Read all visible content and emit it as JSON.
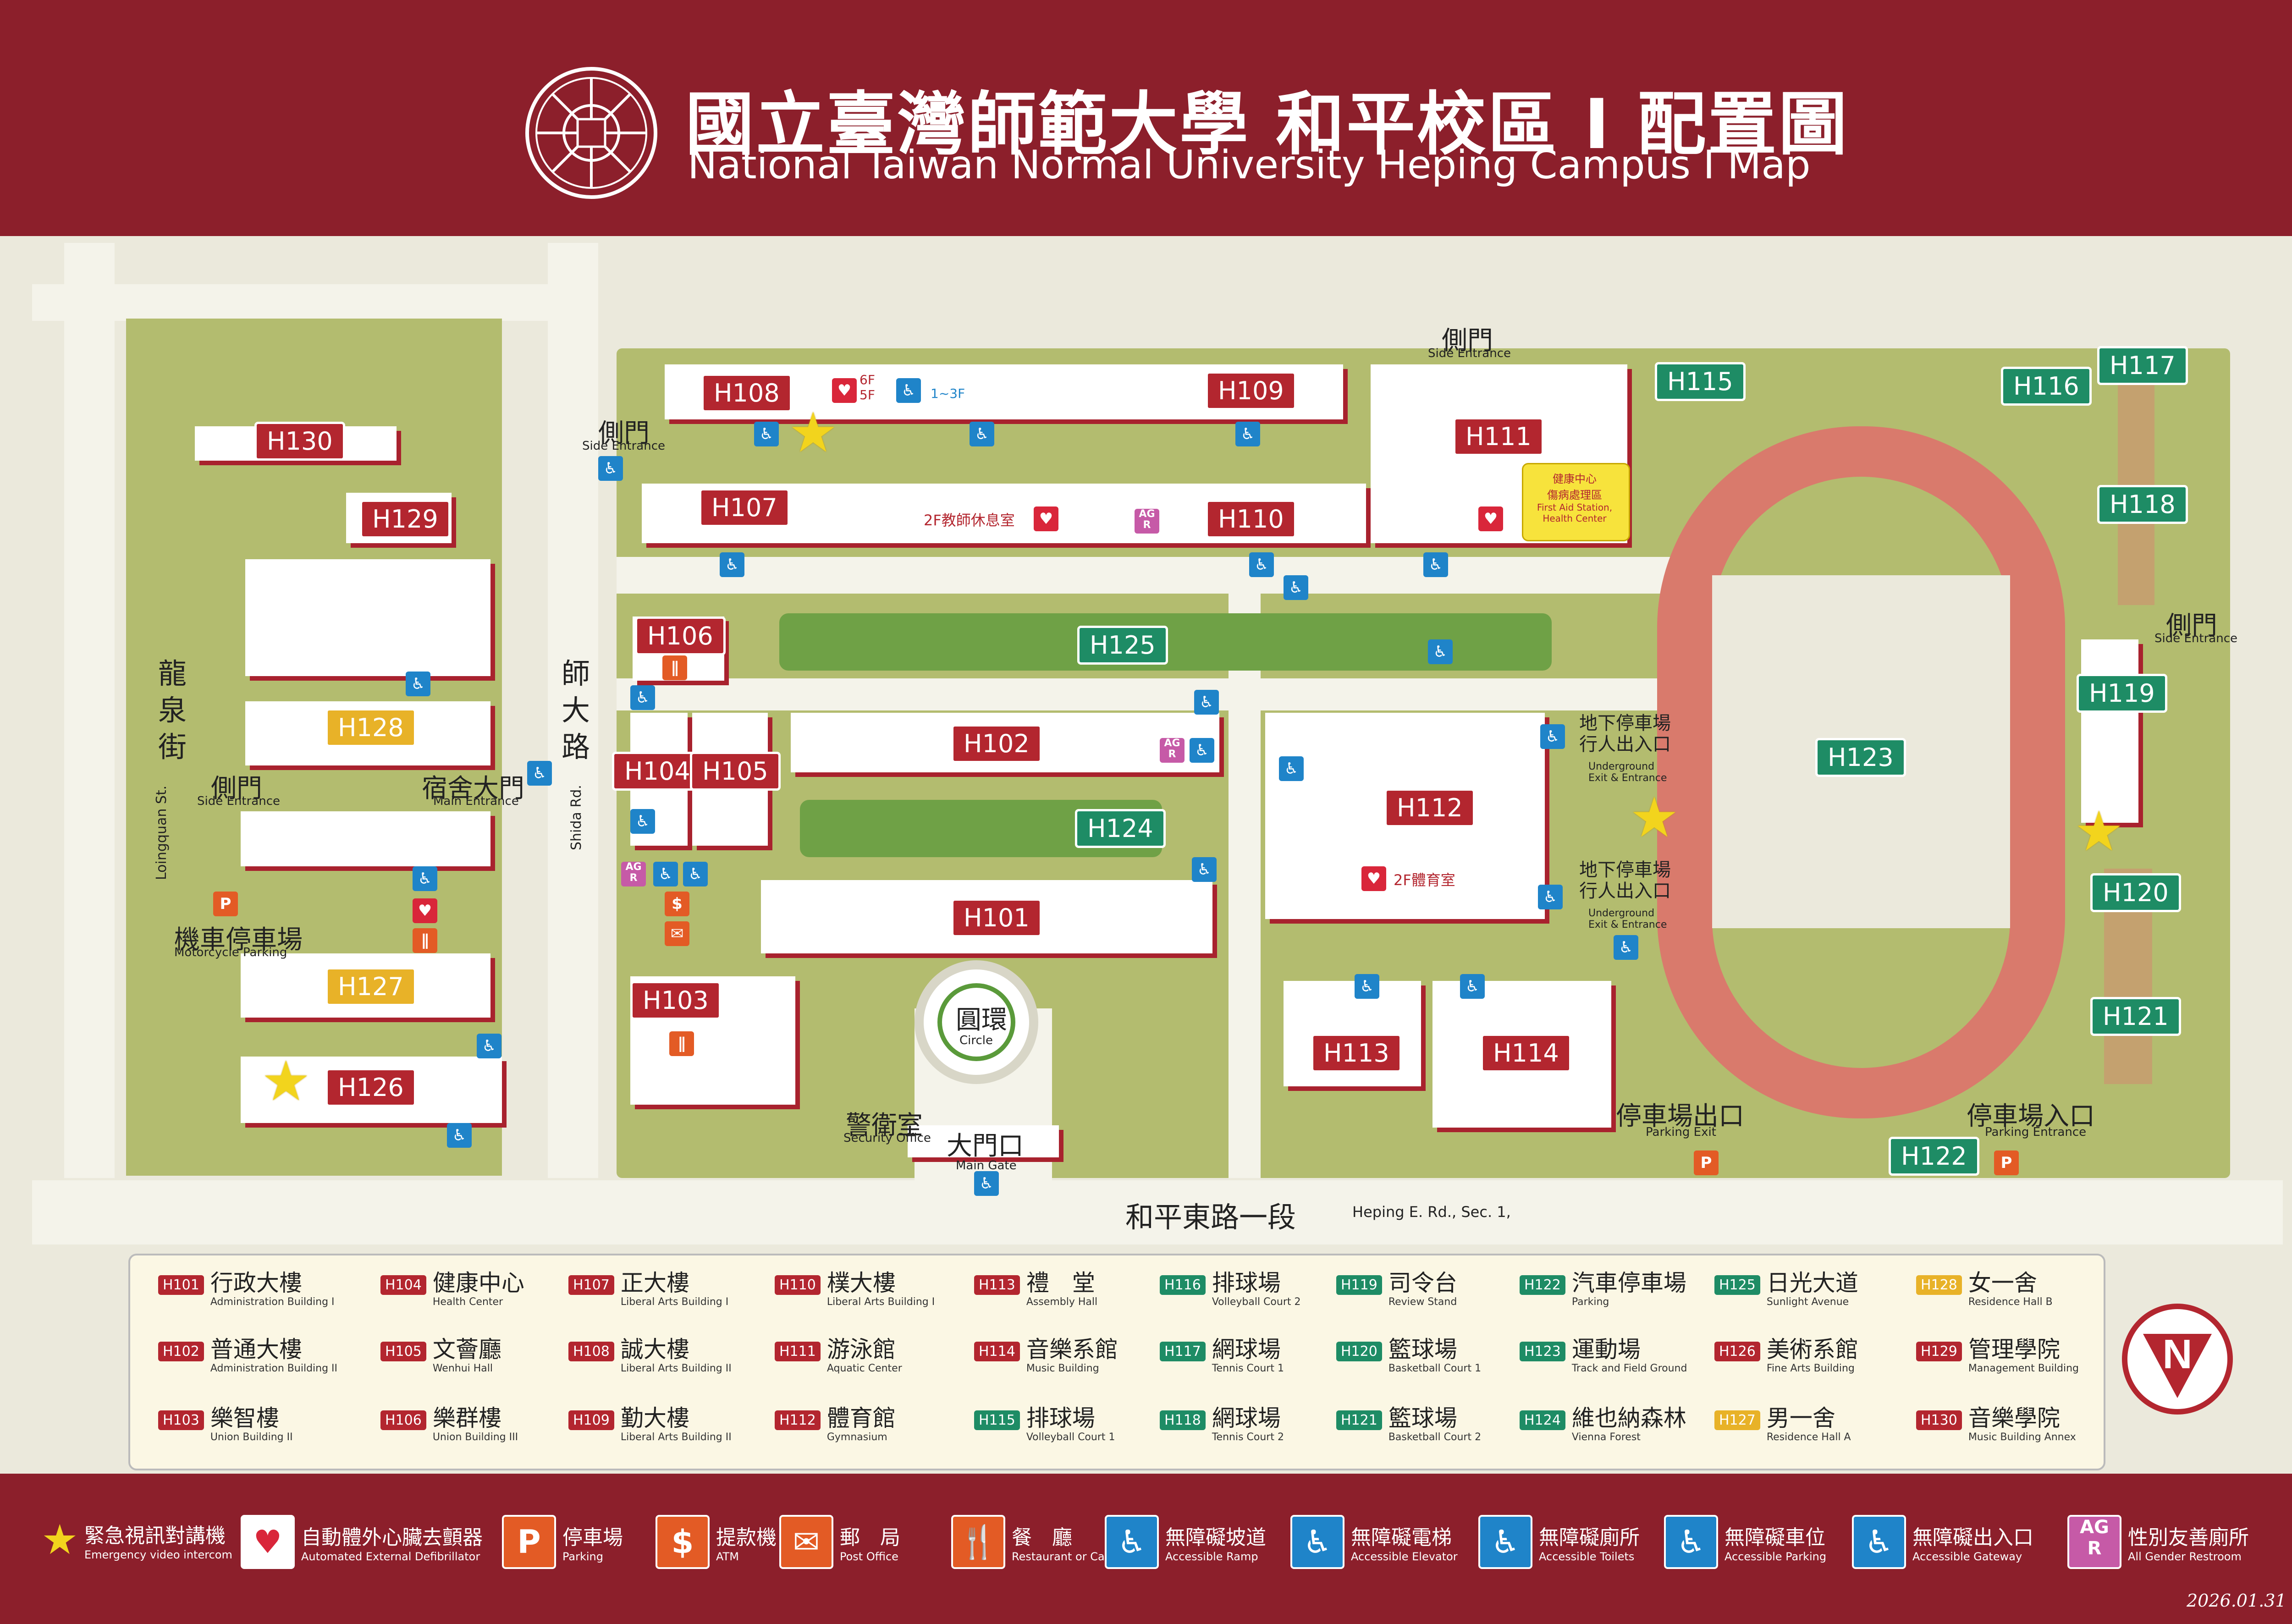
{
  "header": {
    "title_zh": "國立臺灣師範大學 和平校區 I 配置圖",
    "title_en": "National Taiwan Normal University  Heping Campus I Map"
  },
  "map": {
    "buildings": [
      {
        "code": "H101"
      },
      {
        "code": "H102"
      },
      {
        "code": "H103"
      },
      {
        "code": "H104"
      },
      {
        "code": "H105"
      },
      {
        "code": "H106"
      },
      {
        "code": "H107"
      },
      {
        "code": "H108"
      },
      {
        "code": "H109"
      },
      {
        "code": "H110"
      },
      {
        "code": "H111"
      },
      {
        "code": "H112"
      },
      {
        "code": "H113"
      },
      {
        "code": "H114"
      },
      {
        "code": "H115"
      },
      {
        "code": "H116"
      },
      {
        "code": "H117"
      },
      {
        "code": "H118"
      },
      {
        "code": "H119"
      },
      {
        "code": "H120"
      },
      {
        "code": "H121"
      },
      {
        "code": "H122"
      },
      {
        "code": "H123"
      },
      {
        "code": "H124"
      },
      {
        "code": "H125"
      },
      {
        "code": "H126"
      },
      {
        "code": "H127"
      },
      {
        "code": "H128"
      },
      {
        "code": "H129"
      },
      {
        "code": "H130"
      }
    ],
    "streets": {
      "longquan_zh": "龍\n泉\n街",
      "longquan_en": "Loingquan St.",
      "shida_zh": "師\n大\n路",
      "shida_en": "Shida Rd.",
      "heping_zh": "和平東路一段",
      "heping_en": "Heping E. Rd., Sec. 1,"
    },
    "places": {
      "side_entrance_zh": "側門",
      "side_entrance_en": "Side Entrance",
      "main_entrance_zh": "宿舍大門",
      "main_entrance_en": "Main Entrance",
      "moto_parking_zh": "機車停車場",
      "moto_parking_en": "Motorcycle Parking",
      "circle_zh": "圓環",
      "circle_en": "Circle",
      "security_zh": "警衛室",
      "security_en": "Security Office",
      "main_gate_zh": "大門口",
      "main_gate_en": "Main Gate",
      "ug_exit_zh": "地下停車場\n行人出入口",
      "ug_exit_en": "Underground\nExit & Entrance",
      "parking_exit_zh": "停車場出口",
      "parking_exit_en": "Parking Exit",
      "parking_entrance_zh": "停車場入口",
      "parking_entrance_en": "Parking Entrance",
      "health_box_zh": "健康中心\n傷病處理區",
      "health_box_en": "First Aid Station,\nHealth Center",
      "teacher_lounge": "2F教師休息室",
      "gym_office": "2F體育室",
      "floor_6f": "6F",
      "floor_5f": "5F",
      "floor_1_3f": "1~3F"
    }
  },
  "legend": [
    {
      "code": "H101",
      "zh": "行政大樓",
      "en": "Administration Building I",
      "color": "red"
    },
    {
      "code": "H104",
      "zh": "健康中心",
      "en": "Health Center",
      "color": "red"
    },
    {
      "code": "H107",
      "zh": "正大樓",
      "en": "Liberal Arts Building I",
      "color": "red"
    },
    {
      "code": "H110",
      "zh": "樸大樓",
      "en": "Liberal Arts Building I",
      "color": "red"
    },
    {
      "code": "H113",
      "zh": "禮　堂",
      "en": "Assembly Hall",
      "color": "red"
    },
    {
      "code": "H116",
      "zh": "排球場",
      "en": "Volleyball Court 2",
      "color": "green"
    },
    {
      "code": "H119",
      "zh": "司令台",
      "en": "Review Stand",
      "color": "green"
    },
    {
      "code": "H122",
      "zh": "汽車停車場",
      "en": "Parking",
      "color": "green"
    },
    {
      "code": "H125",
      "zh": "日光大道",
      "en": "Sunlight Avenue",
      "color": "green"
    },
    {
      "code": "H128",
      "zh": "女一舍",
      "en": "Residence Hall B",
      "color": "yellow"
    },
    {
      "code": "H102",
      "zh": "普通大樓",
      "en": "Administration Building II",
      "color": "red"
    },
    {
      "code": "H105",
      "zh": "文薈廳",
      "en": "Wenhui Hall",
      "color": "red"
    },
    {
      "code": "H108",
      "zh": "誠大樓",
      "en": "Liberal Arts Building II",
      "color": "red"
    },
    {
      "code": "H111",
      "zh": "游泳館",
      "en": "Aquatic Center",
      "color": "red"
    },
    {
      "code": "H114",
      "zh": "音樂系館",
      "en": "Music Building",
      "color": "red"
    },
    {
      "code": "H117",
      "zh": "網球場",
      "en": "Tennis Court 1",
      "color": "green"
    },
    {
      "code": "H120",
      "zh": "籃球場",
      "en": "Basketball Court 1",
      "color": "green"
    },
    {
      "code": "H123",
      "zh": "運動場",
      "en": "Track and Field Ground",
      "color": "green"
    },
    {
      "code": "H126",
      "zh": "美術系館",
      "en": "Fine Arts Building",
      "color": "red"
    },
    {
      "code": "H129",
      "zh": "管理學院",
      "en": "Management Building",
      "color": "red"
    },
    {
      "code": "H103",
      "zh": "樂智樓",
      "en": "Union Building II",
      "color": "red"
    },
    {
      "code": "H106",
      "zh": "樂群樓",
      "en": "Union Building III",
      "color": "red"
    },
    {
      "code": "H109",
      "zh": "勤大樓",
      "en": "Liberal Arts Building II",
      "color": "red"
    },
    {
      "code": "H112",
      "zh": "體育館",
      "en": "Gymnasium",
      "color": "red"
    },
    {
      "code": "H115",
      "zh": "排球場",
      "en": "Volleyball Court 1",
      "color": "green"
    },
    {
      "code": "H118",
      "zh": "網球場",
      "en": "Tennis Court 2",
      "color": "green"
    },
    {
      "code": "H121",
      "zh": "籃球場",
      "en": "Basketball Court 2",
      "color": "green"
    },
    {
      "code": "H124",
      "zh": "維也納森林",
      "en": "Vienna Forest",
      "color": "green"
    },
    {
      "code": "H127",
      "zh": "男一舍",
      "en": "Residence Hall A",
      "color": "yellow"
    },
    {
      "code": "H130",
      "zh": "音樂學院",
      "en": "Music Building Annex",
      "color": "red"
    }
  ],
  "footer": {
    "items": [
      {
        "symbol": "★",
        "zh": "緊急視訊對講機",
        "en": "Emergency video intercom",
        "icon": "star-icon"
      },
      {
        "symbol": "♥",
        "zh": "自動體外心臟去顫器",
        "en": "Automated External Defibrillator",
        "icon": "aed-icon"
      },
      {
        "symbol": "P",
        "zh": "停車場",
        "en": "Parking",
        "icon": "parking-icon"
      },
      {
        "symbol": "$",
        "zh": "提款機",
        "en": "ATM",
        "icon": "atm-icon"
      },
      {
        "symbol": "✉",
        "zh": "郵　局",
        "en": "Post Office",
        "icon": "mail-icon"
      },
      {
        "symbol": "🍴",
        "zh": "餐　廳",
        "en": "Restaurant or Cafe",
        "icon": "restaurant-icon"
      },
      {
        "symbol": "♿",
        "zh": "無障礙坡道",
        "en": "Accessible Ramp",
        "icon": "ramp-icon"
      },
      {
        "symbol": "♿",
        "zh": "無障礙電梯",
        "en": "Accessible Elevator",
        "icon": "elevator-icon"
      },
      {
        "symbol": "♿",
        "zh": "無障礙廁所",
        "en": "Accessible Toilets",
        "icon": "toilet-icon"
      },
      {
        "symbol": "♿",
        "zh": "無障礙車位",
        "en": "Accessible Parking",
        "icon": "accessible-parking-icon"
      },
      {
        "symbol": "♿",
        "zh": "無障礙出入口",
        "en": "Accessible Gateway",
        "icon": "gateway-icon"
      },
      {
        "symbol": "AG\nR",
        "zh": "性別友善廁所",
        "en": "All Gender Restroom",
        "icon": "agr-icon"
      }
    ],
    "date": "2026.01.31"
  },
  "compass": {
    "letter": "N"
  },
  "colors": {
    "brand": "#8c1f2b",
    "building_red": "#b3262f",
    "facility_green": "#1e8c65",
    "dorm_yellow": "#e8b228",
    "grass": "#b3bc6f",
    "track": "#d97a6c",
    "access_blue": "#1f84c9"
  }
}
